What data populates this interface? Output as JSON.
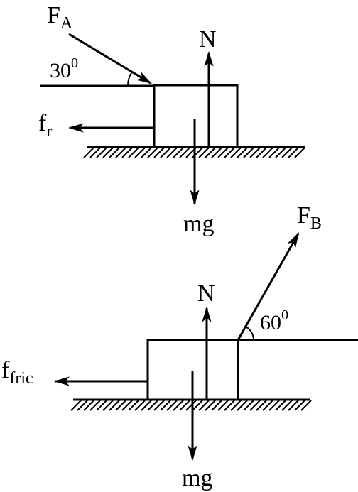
{
  "top": {
    "force_a": {
      "main": "F",
      "sub": "A"
    },
    "normal": "N",
    "friction": {
      "main": "f",
      "sub": "r"
    },
    "weight": "mg",
    "angle": {
      "value": "30",
      "sup": "0"
    }
  },
  "bottom": {
    "force_b": {
      "main": "F",
      "sub": "B"
    },
    "normal": "N",
    "friction": {
      "main": "f",
      "sub": "fric"
    },
    "weight": "mg",
    "angle": {
      "value": "60",
      "sup": "0"
    }
  },
  "colors": {
    "ink": "#000000",
    "background": "#ffffff"
  }
}
